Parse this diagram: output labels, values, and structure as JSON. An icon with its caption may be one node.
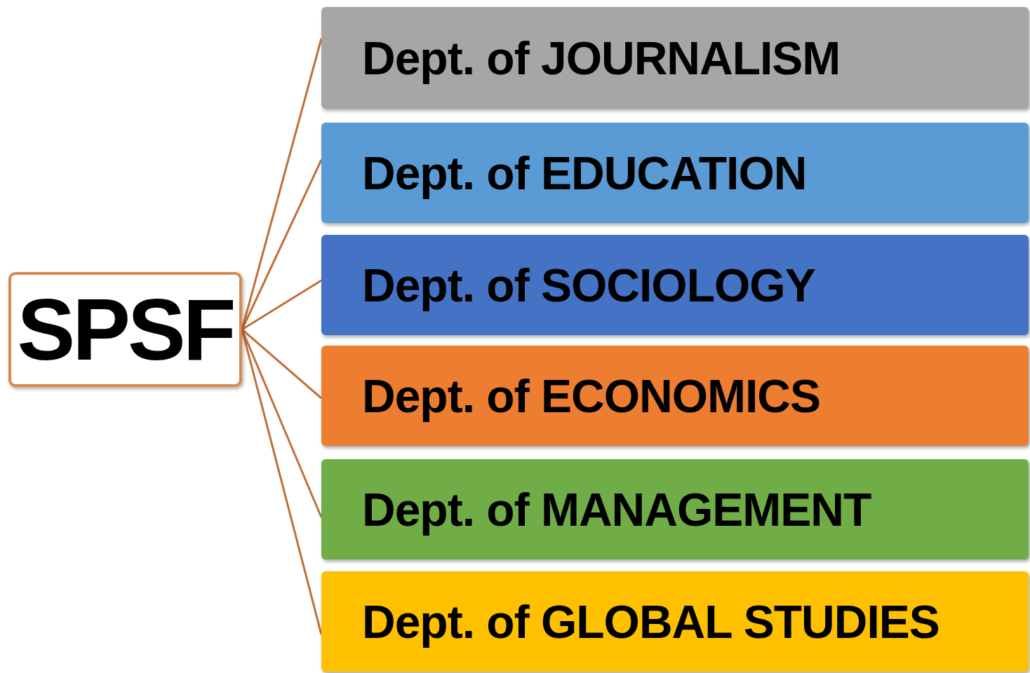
{
  "diagram": {
    "nodes": [
      {
        "text": [
          "SPSF"
        ]
      },
      {
        "text": [
          "Dept. of JOURNALISM"
        ]
      },
      {
        "text": [
          "Dept. of EDUCATION"
        ]
      },
      {
        "text": [
          "Dept. of SOCIOLOGY"
        ]
      },
      {
        "text": [
          "Dept. of ECONOMICS"
        ]
      },
      {
        "text": [
          "Dept. of MANAGEMENT"
        ]
      },
      {
        "text": [
          "Dept. of GLOBAL STUDIES"
        ]
      }
    ],
    "edges": [
      {
        "from": 0,
        "to": 1,
        "arrow": "none"
      },
      {
        "from": 0,
        "to": 2,
        "arrow": "none"
      },
      {
        "from": 0,
        "to": 3,
        "arrow": "none"
      },
      {
        "from": 0,
        "to": 4,
        "arrow": "none"
      },
      {
        "from": 0,
        "to": 5,
        "arrow": "none"
      },
      {
        "from": 0,
        "to": 6,
        "arrow": "none"
      }
    ]
  }
}
